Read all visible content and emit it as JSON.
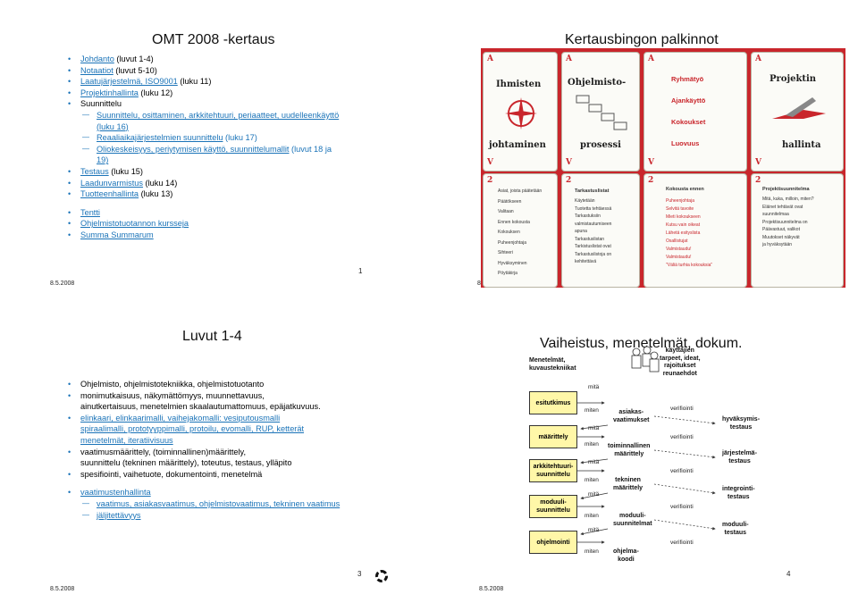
{
  "slide1": {
    "title": "OMT 2008 -kertaus",
    "date": "8.5.2008",
    "page": "1",
    "items": [
      {
        "text": "Johdanto",
        "suffix": " (luvut 1-4)",
        "level": 1
      },
      {
        "text": "Notaatiot",
        "suffix": " (luvut 5-10)",
        "level": 1
      },
      {
        "text": "Laatujärjestelmä, ISO9001",
        "suffix": " (luku 11)",
        "level": 1
      },
      {
        "text": "Projektinhallinta",
        "suffix": " (luku 12)",
        "level": 1
      },
      {
        "text": "Suunnittelu",
        "suffix": "",
        "level": 1,
        "plain": true
      },
      {
        "text": "Suunnittelu, osittaminen, arkkitehtuuri, periaatteet, uudelleenkäyttö",
        "suffix": "",
        "level": 2
      },
      {
        "text": "(luku 16)",
        "suffix": "",
        "level": 3
      },
      {
        "text": "Reaaliaikajärjestelmien suunnittelu",
        "suffix": " (luku 17)",
        "level": 2
      },
      {
        "text": "Oliokeskeisyys, periytymisen käyttö, suunnittelumallit",
        "suffix": "  (luvut 18 ja",
        "level": 2
      },
      {
        "text": "19)",
        "suffix": "",
        "level": 3
      },
      {
        "text": "Testaus",
        "suffix": " (luku 15)",
        "level": 1
      },
      {
        "text": "Laadunvarmistus",
        "suffix": " (luku 14)",
        "level": 1
      },
      {
        "text": "Tuotteenhallinta",
        "suffix": " (luku 13)",
        "level": 1
      },
      {
        "text": "Tentti",
        "suffix": "",
        "level": 1,
        "gapBefore": true
      },
      {
        "text": "Ohjelmistotuotannon kursseja",
        "suffix": "",
        "level": 1
      },
      {
        "text": "Summa Summarum",
        "suffix": "",
        "level": 1
      }
    ]
  },
  "slide2": {
    "title": "Kertausbingon palkinnot",
    "date": "8.",
    "cards": {
      "c1": {
        "top": "Ihmisten",
        "bottom": "johtaminen"
      },
      "c2": {
        "top": "Ohjelmisto-",
        "bottom": "prosessi"
      },
      "c3": {
        "lines": [
          "Ryhmätyö",
          "Ajankäyttö",
          "Kokoukset",
          "Luovuus"
        ]
      },
      "c4": {
        "top": "Projektin",
        "bottom": "hallinta"
      },
      "c5": {
        "lines": [
          "Asiat, joista päätetään",
          "Päätökseen",
          "Valitaan",
          "Ennen kokousta",
          "Kokouksen",
          "Puheenjohtaja",
          "Sihteeri",
          "Hyväksyminen",
          "Pöytäkirja"
        ]
      },
      "c6": {
        "title": "Tarkastuslistat",
        "lines": [
          "Käytetään",
          "Tuotetta tehtäessä",
          "Tarkastuksiin",
          "valmistautumiseen",
          "apuna",
          "Tarkastuslistan",
          "Tarkistuslistat ovat",
          "Tarkastuslistoja on",
          "kehitettävä"
        ]
      },
      "c7": {
        "title": "Kokousta ennen",
        "lines": [
          "Puheenjohtaja",
          "Selvitä tavoite",
          "Mieti kokoukseen",
          "Kutsu vain oikeat",
          "Lähetä esityslista",
          "Osallistujat",
          "Valmistaudu!",
          "Valmistaudu!",
          "\"Väliä turhia kokouksia\""
        ]
      },
      "c8": {
        "title": "Projektisuunnitelma",
        "lines": [
          "Mitä, kuka, milloin, miten?",
          "Eläinet tehtävät ovat",
          "suunnitelmaa",
          "Projektisuunnitelma on",
          "Päävastuut, valikot",
          "Muutokset näkyvät",
          "ja hyväksytään"
        ]
      }
    }
  },
  "slide3": {
    "title": "Luvut 1-4",
    "date": "8.5.2008",
    "page": "3",
    "items": [
      {
        "parts": [
          {
            "t": "Ohjelmisto, ohjelmistotekniikka, ohjelmistotuotanto"
          }
        ],
        "level": 1
      },
      {
        "parts": [
          {
            "t": "monimutkaisuus, näkymättömyys, muunnettavuus,"
          }
        ],
        "level": 1
      },
      {
        "parts": [
          {
            "t": "ainutkertaisuus, menetelmien skaalautumattomuus, epäjatkuvuus."
          }
        ],
        "level": 0
      },
      {
        "parts": [
          {
            "t": "elinkaari, elinkaarimalli, vaihejakomalli: vesiputousmalli",
            "u": true
          }
        ],
        "level": 1
      },
      {
        "parts": [
          {
            "t": "spiraalimalli, prototyyppimalli, protoilu, evomalli, RUP, ketterät",
            "u": true
          }
        ],
        "level": 0
      },
      {
        "parts": [
          {
            "t": "menetelmät, iteratiivisuus",
            "u": true
          }
        ],
        "level": 0
      },
      {
        "parts": [
          {
            "t": "vaatimusmäärittely, (toiminnallinen)määrittely,"
          }
        ],
        "level": 1
      },
      {
        "parts": [
          {
            "t": "suunnittelu (tekninen määrittely), toteutus, testaus, ylläpito"
          }
        ],
        "level": 0
      },
      {
        "parts": [
          {
            "t": "spesifiointi, vaihetuote, dokumentointi, menetelmä"
          }
        ],
        "level": 1
      },
      {
        "parts": [
          {
            "t": "vaatimustenhallinta",
            "u": true
          }
        ],
        "level": 1,
        "gapBefore": true
      },
      {
        "parts": [
          {
            "t": "vaatimus, asiakasvaatimus, ohjelmistovaatimus, tekninen vaatimus",
            "u": true
          }
        ],
        "level": 2
      },
      {
        "parts": [
          {
            "t": "jäljitettävyys",
            "u": true
          }
        ],
        "level": 2
      }
    ]
  },
  "slide4": {
    "title": "Vaiheistus, menetelmät, dokum.",
    "date": "8.5.2008",
    "page": "4",
    "header_left": [
      "Menetelmät,",
      "kuvaustekniikat"
    ],
    "header_right": [
      "käyttäjien",
      "tarpeet, ideat,",
      "rajoitukset",
      "reunaehdot"
    ],
    "phases": [
      "esitutkimus",
      "määrittely",
      "arkkitehtuuri-\nsuunnittelu",
      "moduuli-\nsuunnittelu",
      "ohjelmointi"
    ],
    "documents": [
      "asiakas-\nvaatimukset",
      "toiminnallinen\nmäärittely",
      "tekninen\nmäärittely",
      "moduuli-\nsuunnitelmat",
      "ohjelma-\nkoodi"
    ],
    "tests": [
      "hyväksymis-\ntestaus",
      "järjestelmä-\ntestaus",
      "integrointi-\ntestaus",
      "moduuli-\ntestaus"
    ],
    "mita": "mitä",
    "miten": "miten",
    "verifiointi": "verifiointi"
  }
}
